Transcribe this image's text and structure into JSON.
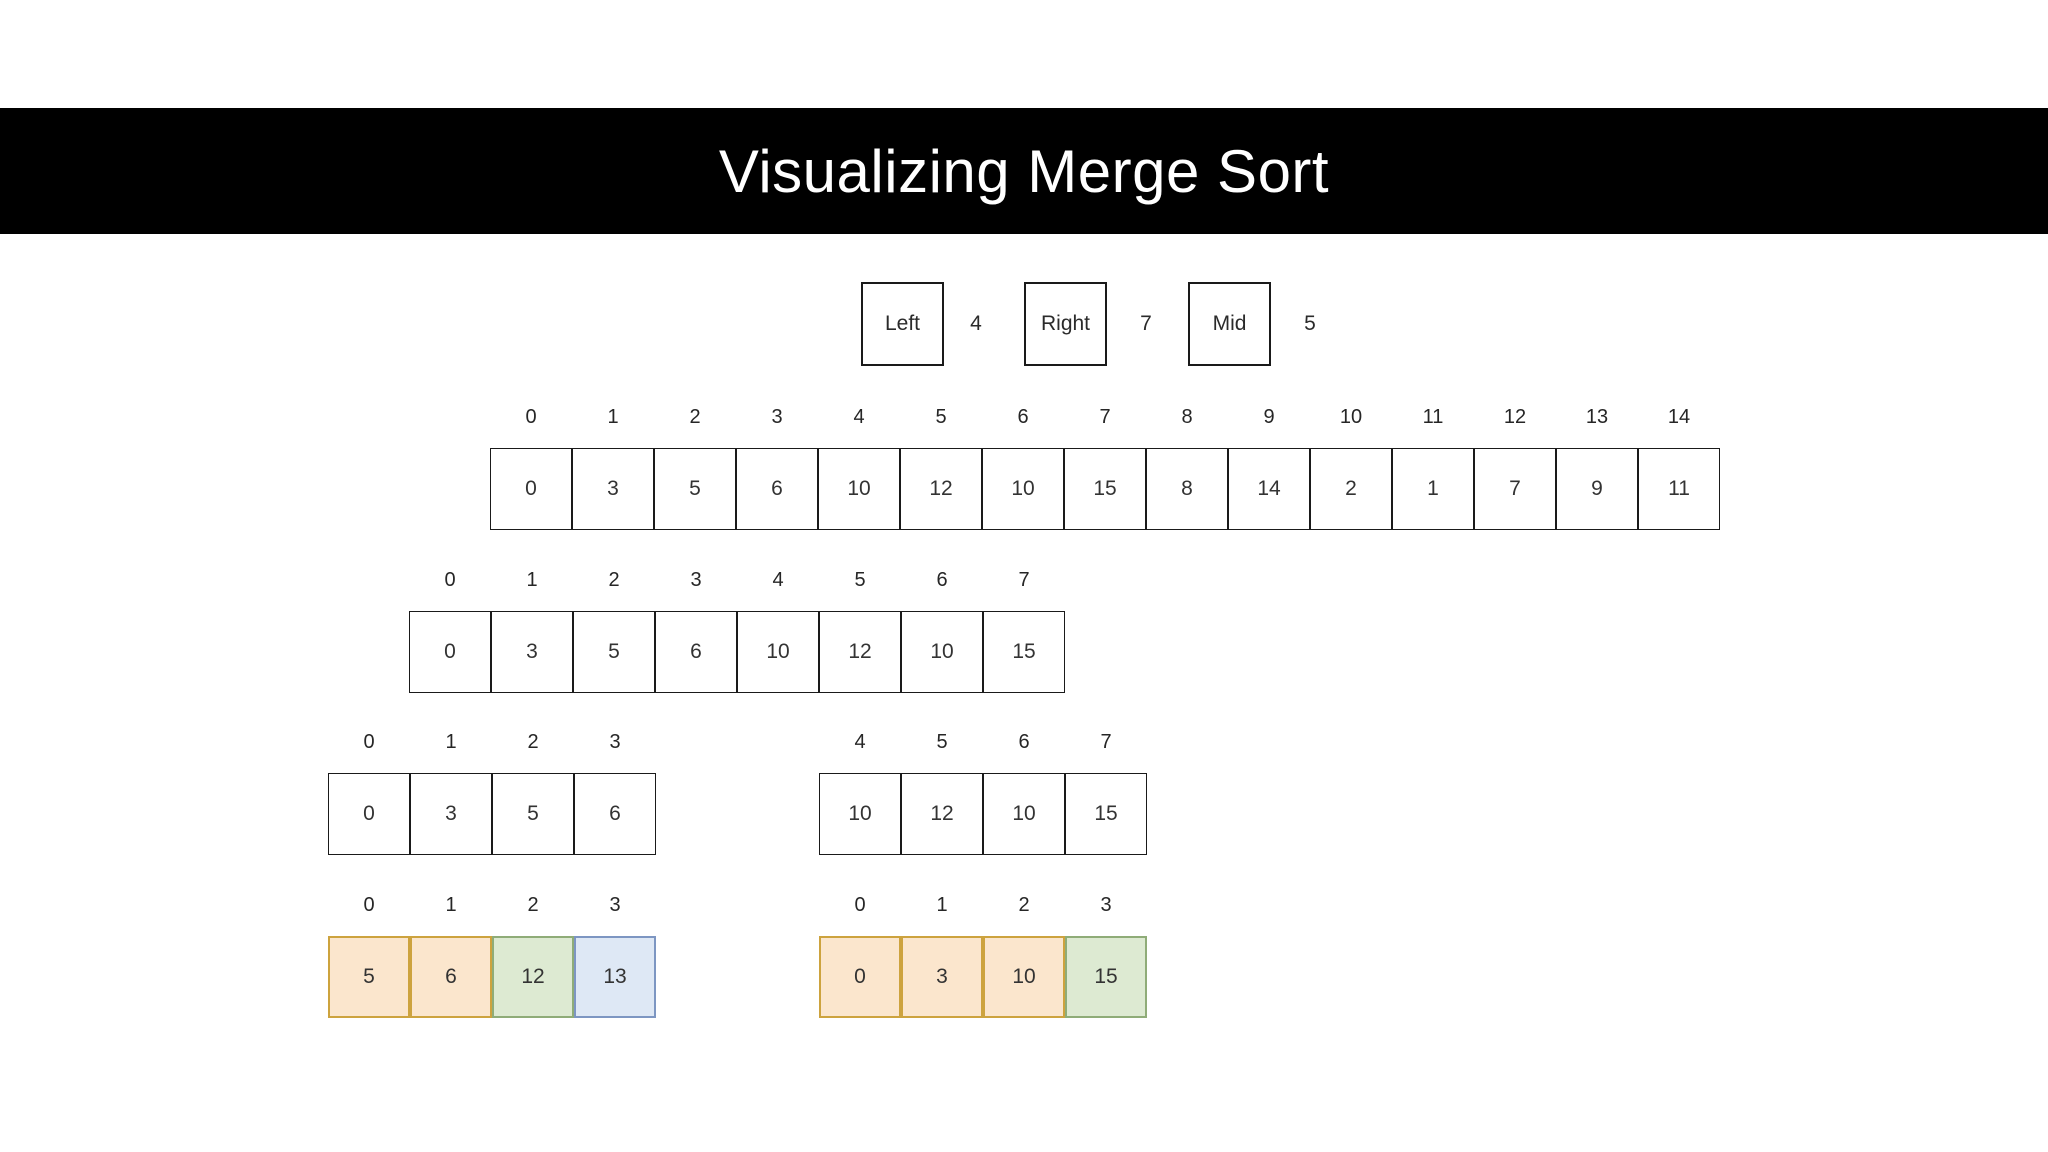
{
  "title": "Visualizing Merge Sort",
  "colors": {
    "bar_background": "#000000",
    "title_text": "#ffffff",
    "cell_border": "#1a1a1a",
    "orange_fill": "#FBE6CD",
    "orange_border": "#CDA33E",
    "green_fill": "#DDEAD2",
    "green_border": "#8FAC78",
    "blue_fill": "#DEE8F5",
    "blue_border": "#7D96C2"
  },
  "pointers": [
    {
      "label": "Left",
      "value": "4"
    },
    {
      "label": "Right",
      "value": "7"
    },
    {
      "label": "Mid",
      "value": "5"
    }
  ],
  "arrays": [
    {
      "name": "main-array",
      "indices": [
        "0",
        "1",
        "2",
        "3",
        "4",
        "5",
        "6",
        "7",
        "8",
        "9",
        "10",
        "11",
        "12",
        "13",
        "14"
      ],
      "values": [
        "0",
        "3",
        "5",
        "6",
        "10",
        "12",
        "10",
        "15",
        "8",
        "14",
        "2",
        "1",
        "7",
        "9",
        "11"
      ]
    },
    {
      "name": "left-half-array",
      "indices": [
        "0",
        "1",
        "2",
        "3",
        "4",
        "5",
        "6",
        "7"
      ],
      "values": [
        "0",
        "3",
        "5",
        "6",
        "10",
        "12",
        "10",
        "15"
      ]
    },
    {
      "name": "left-quarter-array",
      "indices": [
        "0",
        "1",
        "2",
        "3"
      ],
      "values": [
        "0",
        "3",
        "5",
        "6"
      ]
    },
    {
      "name": "right-quarter-array",
      "indices": [
        "4",
        "5",
        "6",
        "7"
      ],
      "values": [
        "10",
        "12",
        "10",
        "15"
      ]
    },
    {
      "name": "merged-left-array",
      "indices": [
        "0",
        "1",
        "2",
        "3"
      ],
      "values": [
        "5",
        "6",
        "12",
        "13"
      ],
      "cell_colors": [
        "orange",
        "orange",
        "green",
        "blue"
      ]
    },
    {
      "name": "merged-right-array",
      "indices": [
        "0",
        "1",
        "2",
        "3"
      ],
      "values": [
        "0",
        "3",
        "10",
        "15"
      ],
      "cell_colors": [
        "orange",
        "orange",
        "orange",
        "green"
      ]
    }
  ]
}
